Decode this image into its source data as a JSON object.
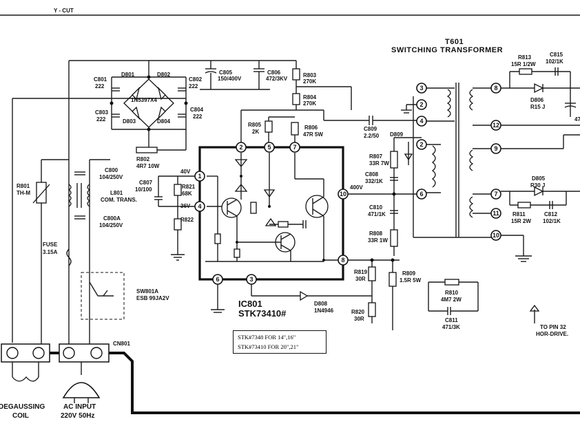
{
  "title": {
    "line1": "T601",
    "line2": "SWITCHING TRANSFORMER"
  },
  "top_label": "Y - CUT",
  "ic": {
    "ref": "IC801",
    "part": "STK73410#"
  },
  "note": {
    "line1": "STK#7348 FOR 14\",16\"",
    "line2": "STK#73410 FOR 20\",21\""
  },
  "pin_voltages": {
    "v40": "40V",
    "v36": "36V",
    "v400": "400V"
  },
  "bottom_labels": {
    "degauss_1": "DEGAUSSING",
    "degauss_2": "COIL",
    "ac_1": "AC INPUT",
    "ac_2": "220V 50Hz",
    "cn": "CN801"
  },
  "hor_drive": {
    "line1": "TO PIN 32",
    "line2": "HOR-DRIVE."
  },
  "components": {
    "C801": [
      "C801",
      "222"
    ],
    "C802": [
      "C802",
      "222"
    ],
    "C803": [
      "C803",
      "222"
    ],
    "C804": [
      "C804",
      "222"
    ],
    "D801": "D801",
    "D802": "D802",
    "D803": "D803",
    "D804": "D804",
    "bridge": "1N5397X4",
    "C805": [
      "C805",
      "150/400V"
    ],
    "C806": [
      "C806",
      "472/3KV"
    ],
    "R803": [
      "R803",
      "270K"
    ],
    "R804": [
      "R804",
      "270K"
    ],
    "R802": [
      "R802",
      "4R7 10W"
    ],
    "R805": [
      "R805",
      "2K"
    ],
    "R806": [
      "R806",
      "47R 5W"
    ],
    "C809": [
      "C809",
      "2.2/50"
    ],
    "D809": "D809",
    "R807": [
      "R807",
      "33R 7W"
    ],
    "C808": [
      "C808",
      "332/1K"
    ],
    "C800": [
      "C800",
      "104/250V"
    ],
    "L801": [
      "L801",
      "COM. TRANS."
    ],
    "C800A": [
      "C800A",
      "104/250V"
    ],
    "R801": [
      "R801",
      "TH-M"
    ],
    "FUSE": [
      "FUSE",
      "3.15A"
    ],
    "SW801A": [
      "SW801A",
      "ESB 99JA2V"
    ],
    "C807": [
      "C807",
      "10/100"
    ],
    "R821": [
      "R821",
      "68K"
    ],
    "R822": "R822",
    "C810": [
      "C810",
      "471/1K"
    ],
    "R808": [
      "R808",
      "33R 1W"
    ],
    "R819": [
      "R819",
      "30R"
    ],
    "R820": [
      "R820",
      "30R"
    ],
    "R809": [
      "R809",
      "1.5R 5W"
    ],
    "D808": [
      "D808",
      "1N4946"
    ],
    "R810": [
      "R810",
      "4M7 2W"
    ],
    "C811": [
      "C811",
      "471/3K"
    ],
    "R813": [
      "R813",
      "15R 1/2W"
    ],
    "C815": [
      "C815",
      "102/1K"
    ],
    "D806": [
      "D806",
      "R15 J"
    ],
    "D805": [
      "D805",
      "R30 J"
    ],
    "R811": [
      "R811",
      "15R 2W"
    ],
    "C812": [
      "C812",
      "102/1K"
    ],
    "C_right_frag": "47"
  },
  "ic_pins": [
    "1",
    "2",
    "3",
    "4",
    "5",
    "6",
    "7",
    "8",
    "10"
  ],
  "transformer_pins": [
    "3",
    "2",
    "4",
    "2",
    "6",
    "8",
    "12",
    "9",
    "7",
    "11",
    "10"
  ]
}
